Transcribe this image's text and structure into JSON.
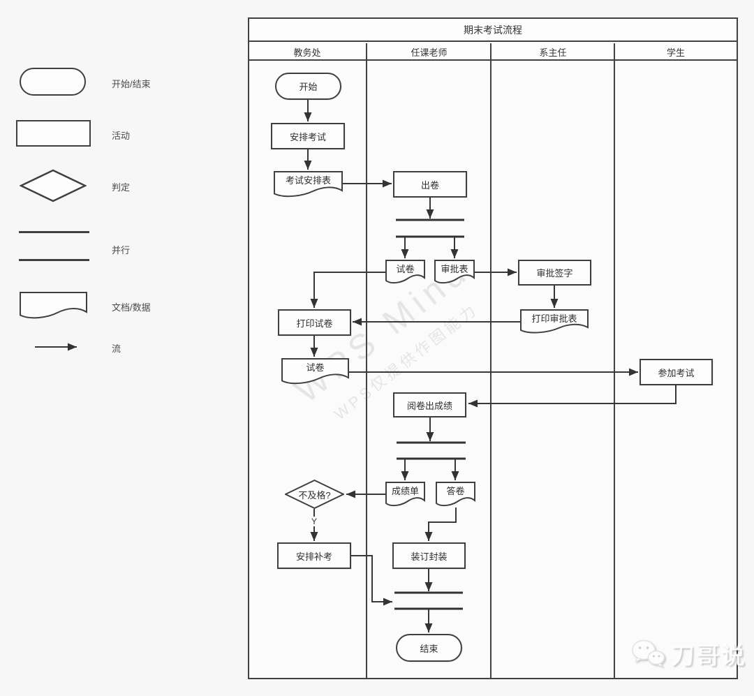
{
  "legend": {
    "items": [
      {
        "shape": "terminator",
        "label": "开始/结束"
      },
      {
        "shape": "rectangle",
        "label": "活动"
      },
      {
        "shape": "diamond",
        "label": "判定"
      },
      {
        "shape": "parallel",
        "label": "并行"
      },
      {
        "shape": "document",
        "label": "文档/数据"
      },
      {
        "shape": "arrow",
        "label": "流"
      }
    ]
  },
  "chart": {
    "title": "期末考试流程",
    "lanes": [
      "教务处",
      "任课老师",
      "系主任",
      "学生"
    ]
  },
  "nodes": {
    "start": "开始",
    "arrange_exam": "安排考试",
    "exam_schedule": "考试安排表",
    "create_paper": "出卷",
    "paper_doc1": "试卷",
    "approval_form": "审批表",
    "approval_sign": "审批签字",
    "print_approval": "打印审批表",
    "print_paper": "打印试卷",
    "paper_doc2": "试卷",
    "take_exam": "参加考试",
    "grade_papers": "阅卷出成绩",
    "score_report": "成绩单",
    "answer_sheets": "答卷",
    "fail_decision": "不及格?",
    "decision_yes": "Y",
    "arrange_makeup": "安排补考",
    "bind_package": "装订封装",
    "end": "结束"
  },
  "edges": [
    {
      "from": "start",
      "to": "arrange_exam"
    },
    {
      "from": "arrange_exam",
      "to": "exam_schedule"
    },
    {
      "from": "exam_schedule",
      "to": "create_paper"
    },
    {
      "from": "create_paper",
      "to": "parallel_split_1"
    },
    {
      "from": "parallel_split_1",
      "to": "paper_doc1"
    },
    {
      "from": "parallel_split_1",
      "to": "approval_form"
    },
    {
      "from": "approval_form",
      "to": "approval_sign"
    },
    {
      "from": "approval_sign",
      "to": "print_approval"
    },
    {
      "from": "print_approval",
      "to": "print_paper"
    },
    {
      "from": "paper_doc1",
      "to": "print_paper"
    },
    {
      "from": "print_paper",
      "to": "paper_doc2"
    },
    {
      "from": "paper_doc2",
      "to": "take_exam"
    },
    {
      "from": "take_exam",
      "to": "grade_papers"
    },
    {
      "from": "grade_papers",
      "to": "parallel_split_2"
    },
    {
      "from": "parallel_split_2",
      "to": "score_report"
    },
    {
      "from": "parallel_split_2",
      "to": "answer_sheets"
    },
    {
      "from": "score_report",
      "to": "fail_decision"
    },
    {
      "from": "fail_decision",
      "to": "arrange_makeup",
      "label": "Y"
    },
    {
      "from": "answer_sheets",
      "to": "bind_package"
    },
    {
      "from": "arrange_makeup",
      "to": "parallel_join"
    },
    {
      "from": "bind_package",
      "to": "parallel_join"
    },
    {
      "from": "parallel_join",
      "to": "end"
    }
  ],
  "watermark": {
    "line1": "WPS Mind",
    "line2": "WPS仅提供作图能力"
  },
  "branding": {
    "name": "刀哥说"
  },
  "colors": {
    "line": "#3a3a3a",
    "shape_fill": "#fdfdfd",
    "background": "#f7f7f7",
    "frame_border": "#414141"
  }
}
